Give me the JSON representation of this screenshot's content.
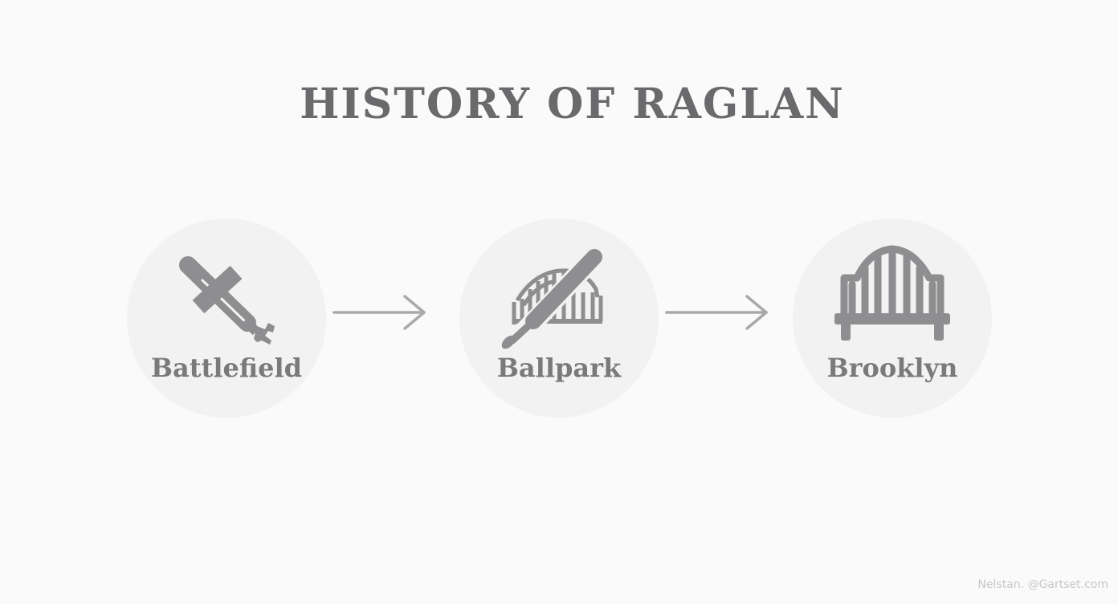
{
  "title": "HISTORY OF RAGLAN",
  "steps": [
    {
      "label": "Battlefield",
      "icon": "sword-icon"
    },
    {
      "label": "Ballpark",
      "icon": "baseball-bat-stadium-icon"
    },
    {
      "label": "Brooklyn",
      "icon": "bridge-icon"
    }
  ],
  "watermark": "Nelstan. @Gartset.com",
  "colors": {
    "background": "#fafafa",
    "circle": "#f2f2f2",
    "icon": "#8e8e90",
    "text": "#6a6a6c",
    "arrow": "#a9a9ab"
  }
}
